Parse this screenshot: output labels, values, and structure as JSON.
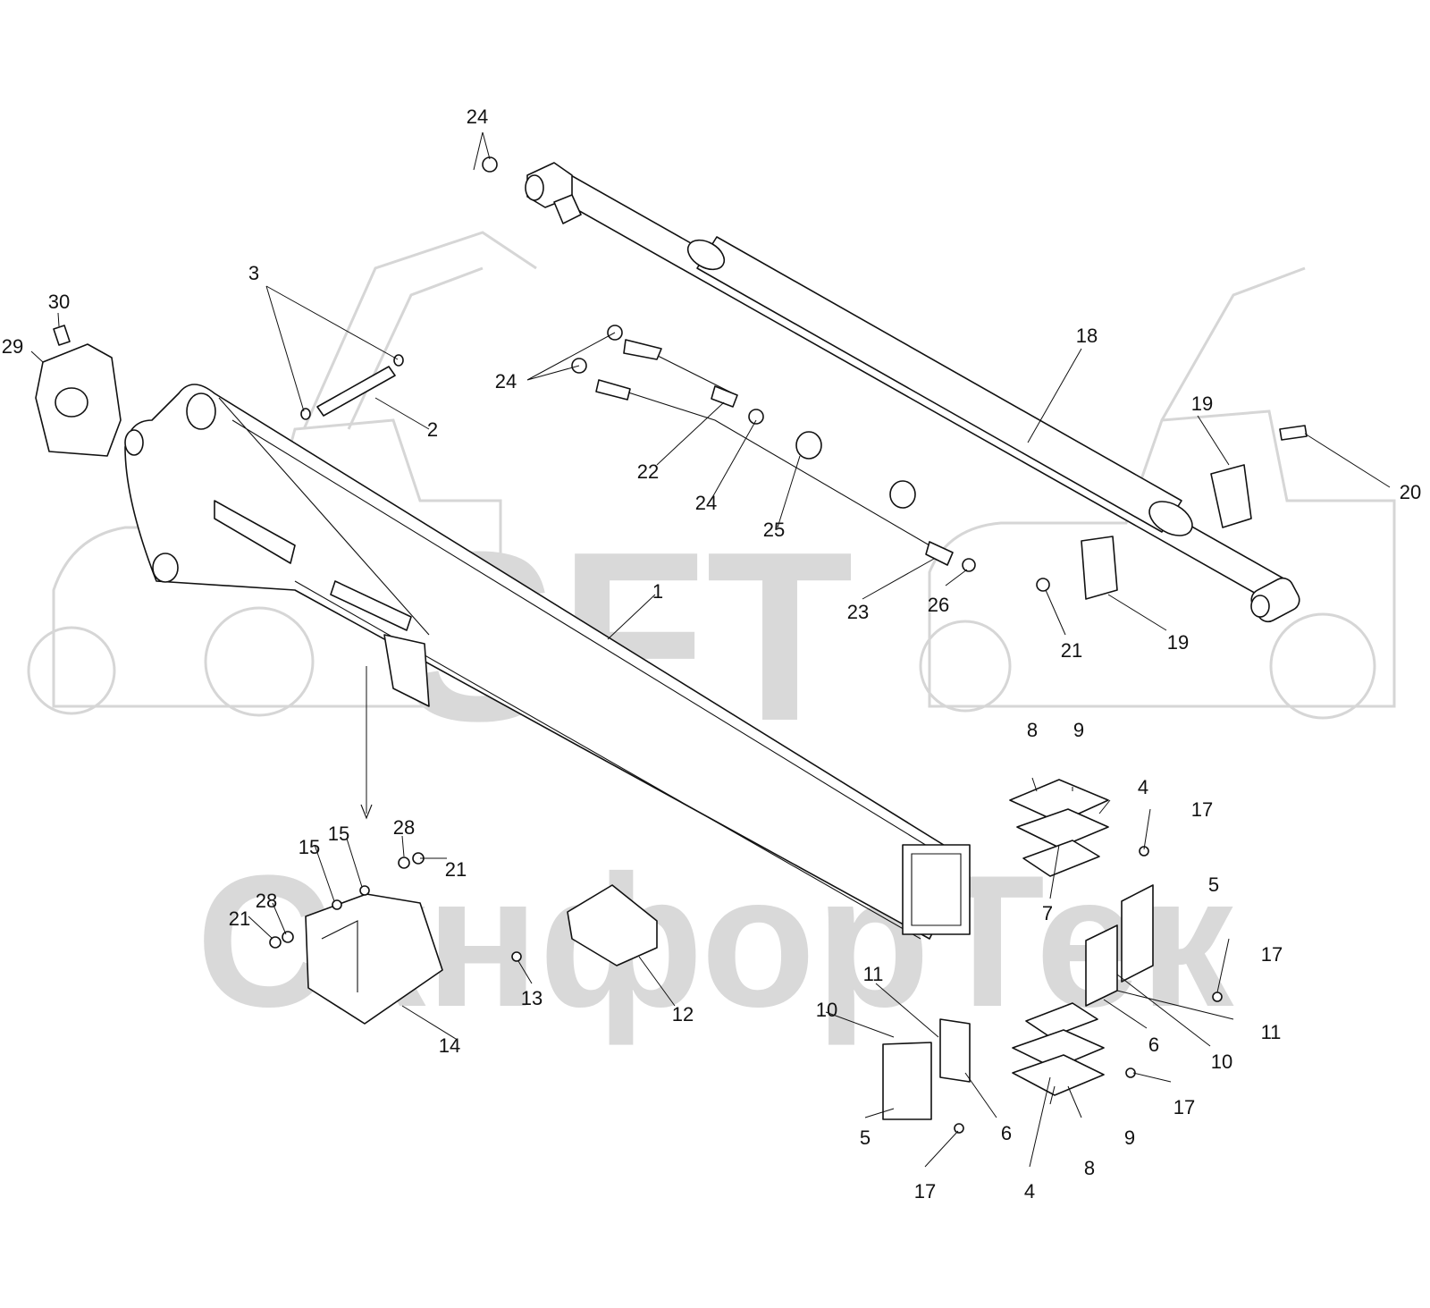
{
  "watermark": {
    "logo": "SFT",
    "company": "СкнфорТек",
    "color": "#d9d9d9"
  },
  "callouts": [
    {
      "id": "c24a",
      "label": "24"
    },
    {
      "id": "c3",
      "label": "3"
    },
    {
      "id": "c30",
      "label": "30"
    },
    {
      "id": "c29",
      "label": "29"
    },
    {
      "id": "c2",
      "label": "2"
    },
    {
      "id": "c24b",
      "label": "24"
    },
    {
      "id": "c22",
      "label": "22"
    },
    {
      "id": "c24c",
      "label": "24"
    },
    {
      "id": "c25",
      "label": "25"
    },
    {
      "id": "c18",
      "label": "18"
    },
    {
      "id": "c19a",
      "label": "19"
    },
    {
      "id": "c20",
      "label": "20"
    },
    {
      "id": "c1",
      "label": "1"
    },
    {
      "id": "c23",
      "label": "23"
    },
    {
      "id": "c26",
      "label": "26"
    },
    {
      "id": "c21a",
      "label": "21"
    },
    {
      "id": "c19b",
      "label": "19"
    },
    {
      "id": "c8a",
      "label": "8"
    },
    {
      "id": "c9a",
      "label": "9"
    },
    {
      "id": "c4a",
      "label": "4"
    },
    {
      "id": "c17a",
      "label": "17"
    },
    {
      "id": "c7",
      "label": "7"
    },
    {
      "id": "c5a",
      "label": "5"
    },
    {
      "id": "c17b",
      "label": "17"
    },
    {
      "id": "c11a",
      "label": "11"
    },
    {
      "id": "c6a",
      "label": "6"
    },
    {
      "id": "c10a",
      "label": "10"
    },
    {
      "id": "c15a",
      "label": "15"
    },
    {
      "id": "c15b",
      "label": "15"
    },
    {
      "id": "c28a",
      "label": "28"
    },
    {
      "id": "c21b",
      "label": "21"
    },
    {
      "id": "c28b",
      "label": "28"
    },
    {
      "id": "c21c",
      "label": "21"
    },
    {
      "id": "c13",
      "label": "13"
    },
    {
      "id": "c12",
      "label": "12"
    },
    {
      "id": "c14",
      "label": "14"
    },
    {
      "id": "c11b",
      "label": "11"
    },
    {
      "id": "c10b",
      "label": "10"
    },
    {
      "id": "c17c",
      "label": "17"
    },
    {
      "id": "c5b",
      "label": "5"
    },
    {
      "id": "c6b",
      "label": "6"
    },
    {
      "id": "c17d",
      "label": "17"
    },
    {
      "id": "c9b",
      "label": "9"
    },
    {
      "id": "c8b",
      "label": "8"
    },
    {
      "id": "c4b",
      "label": "4"
    }
  ]
}
